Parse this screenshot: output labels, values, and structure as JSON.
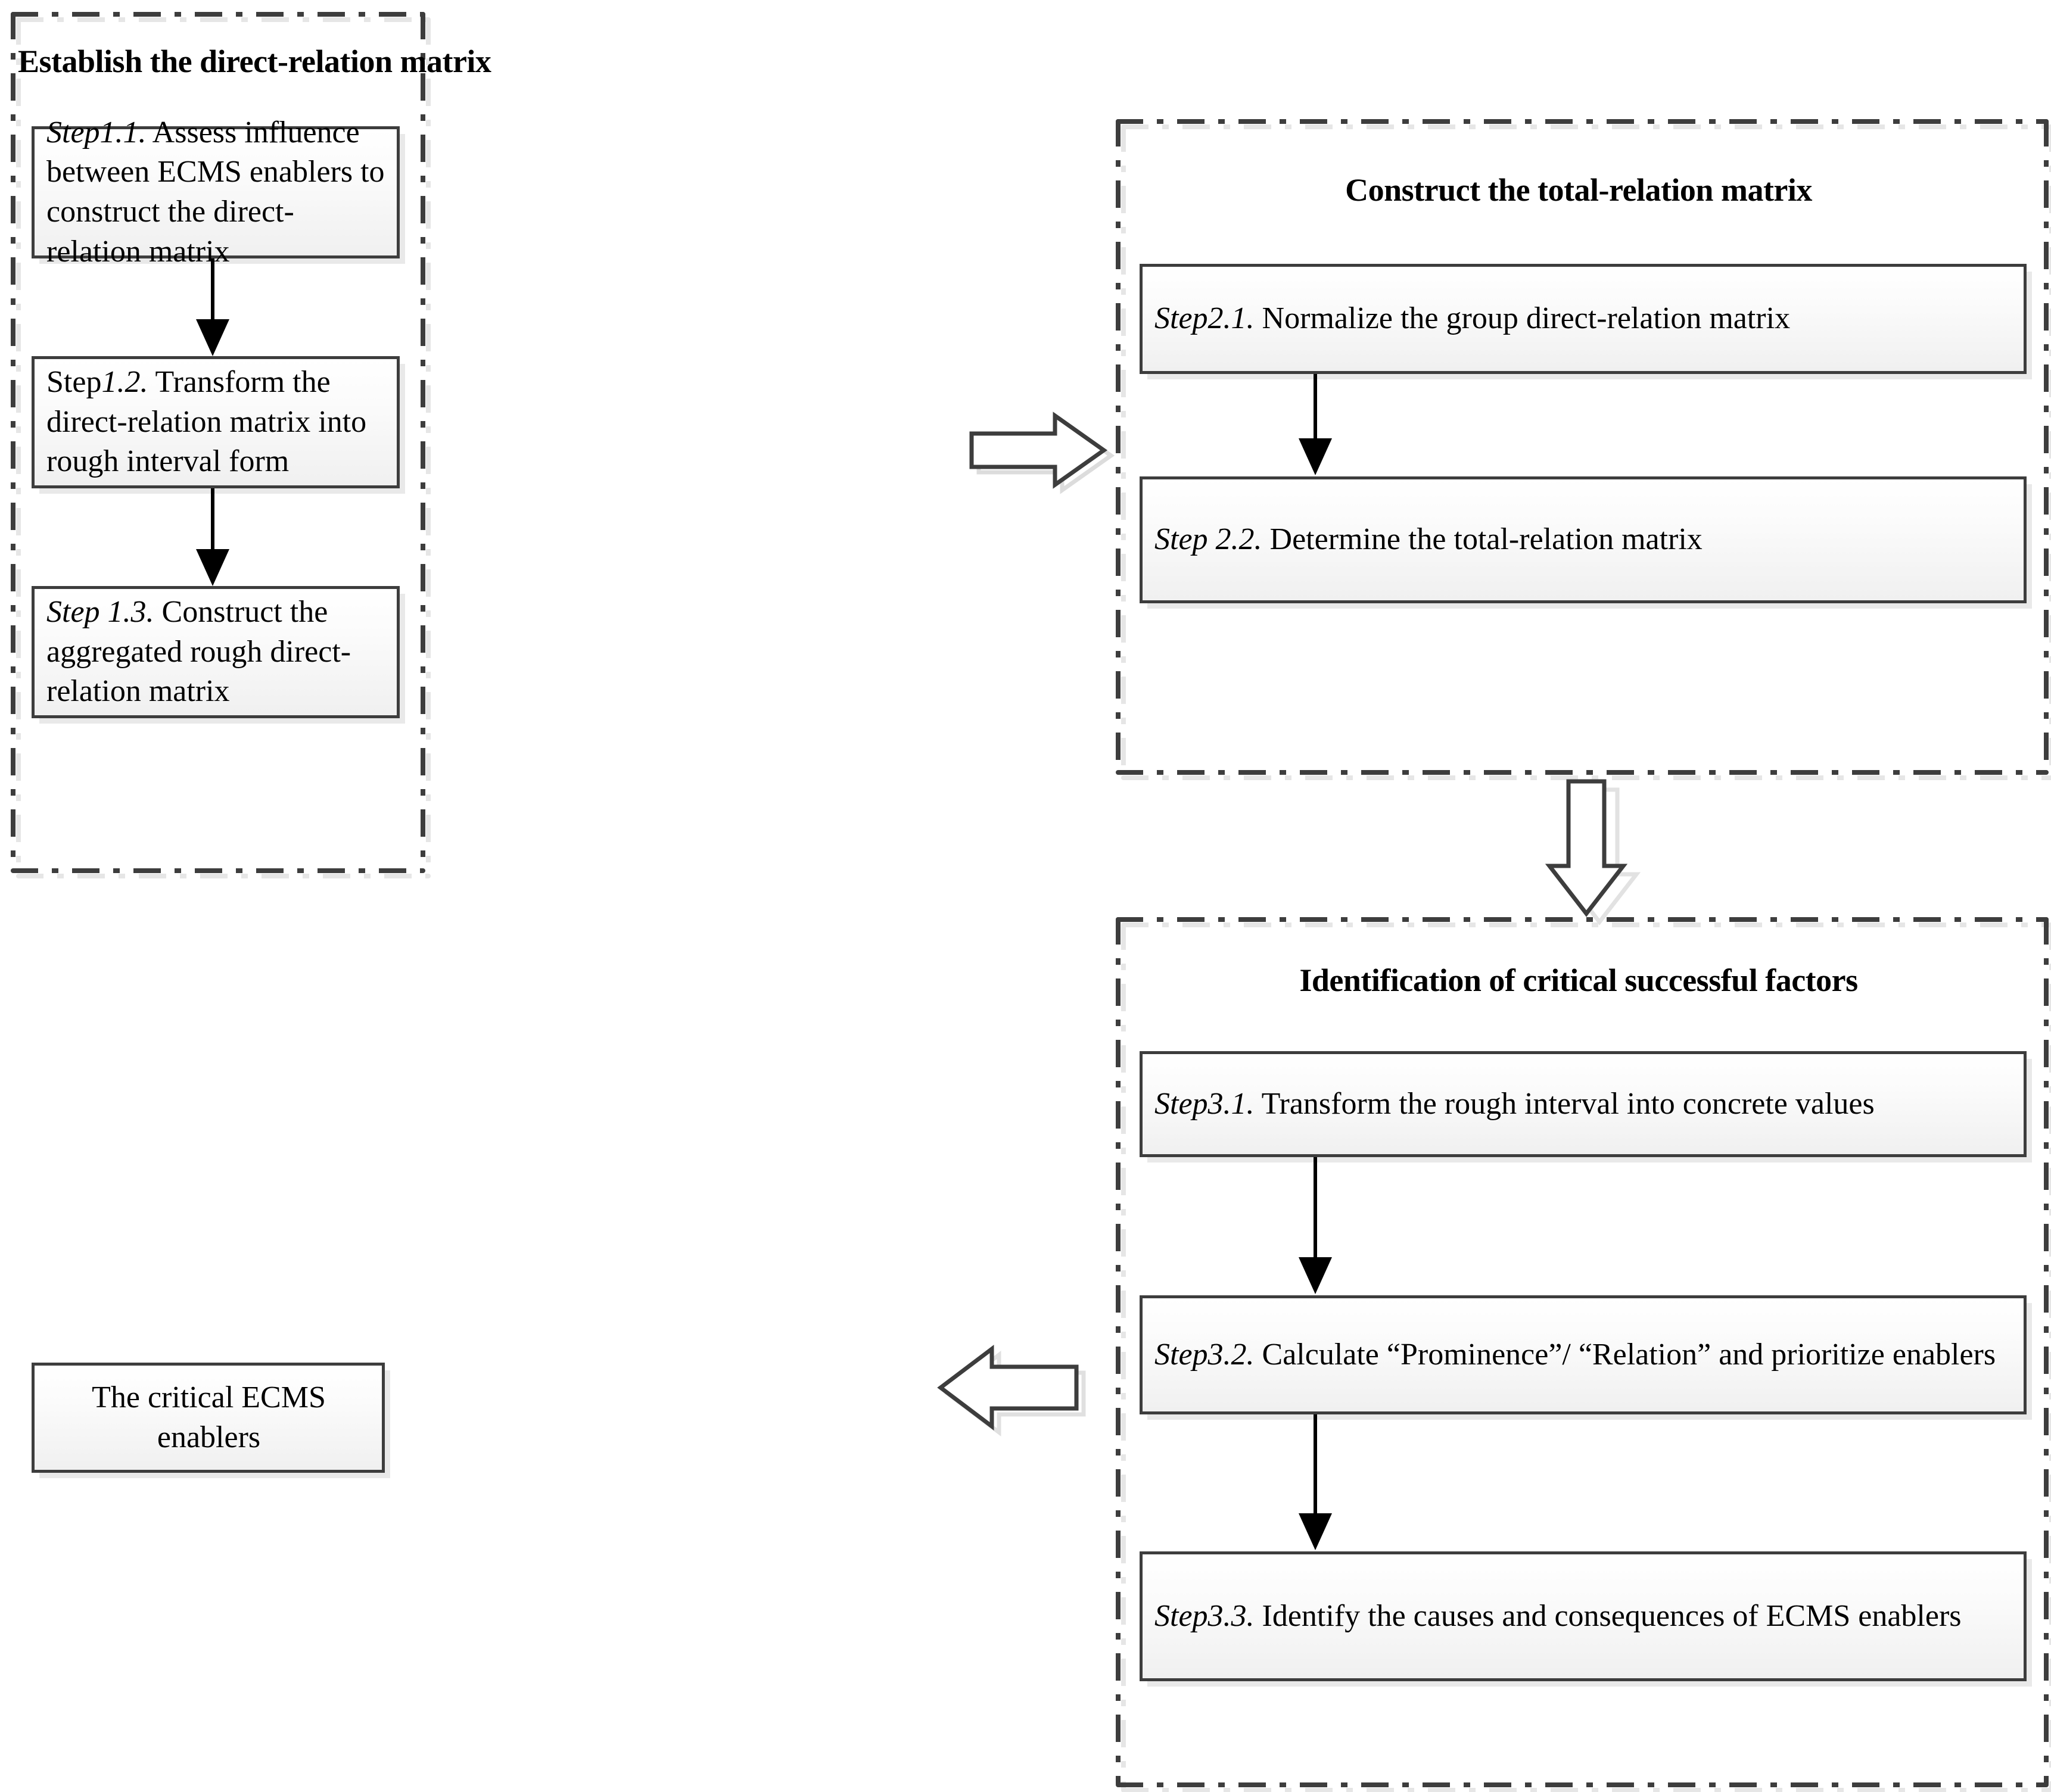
{
  "diagram": {
    "title": "ECMS enabler DEMATEL methodology flowchart",
    "accent_border": "#3d3d3d",
    "shadow_color": "#e6e6e6",
    "box_fill_top": "#ffffff",
    "box_fill_bottom": "#f0f0f0"
  },
  "panels": {
    "p1": {
      "title": "Establish the direct-relation matrix",
      "steps": [
        {
          "label": "Step1.1.",
          "label_style": "italic",
          "text": " Assess influence between ECMS enablers to construct the direct-relation matrix"
        },
        {
          "label": "Step",
          "label_style": "regular",
          "label_italic": "1.2.",
          "text": " Transform the direct-relation matrix into rough interval form"
        },
        {
          "label": "Step 1.3.",
          "label_style": "italic",
          "text": " Construct the aggregated rough direct-relation matrix"
        }
      ]
    },
    "p2": {
      "title": "Construct the total-relation matrix",
      "steps": [
        {
          "label": "Step2.1.",
          "label_style": "italic",
          "text": " Normalize the group direct-relation matrix"
        },
        {
          "label": "Step 2.2.",
          "label_style": "italic",
          "text": " Determine the total-relation matrix"
        }
      ]
    },
    "p3": {
      "title": "Identification of critical successful factors",
      "steps": [
        {
          "label": "Step3.1.",
          "label_style": "italic",
          "text": " Transform the rough interval into concrete values"
        },
        {
          "label": "Step3.2.",
          "label_style": "italic",
          "text": " Calculate “Prominence”/ “Relation” and prioritize enablers"
        },
        {
          "label": "Step3.3.",
          "label_style": "italic",
          "text": " Identify the causes and consequences of ECMS enablers"
        }
      ]
    }
  },
  "outcome": {
    "label": "The critical ECMS enablers"
  },
  "flow_arrows": [
    {
      "name": "panel1-to-panel2",
      "direction": "right"
    },
    {
      "name": "panel2-to-panel3",
      "direction": "down"
    },
    {
      "name": "panel3-to-outcome",
      "direction": "left"
    }
  ],
  "step_connectors": [
    {
      "name": "step1-1-to-step1-2"
    },
    {
      "name": "step1-2-to-step1-3"
    },
    {
      "name": "step2-1-to-step2-2"
    },
    {
      "name": "step3-1-to-step3-2"
    },
    {
      "name": "step3-2-to-step3-3"
    }
  ]
}
